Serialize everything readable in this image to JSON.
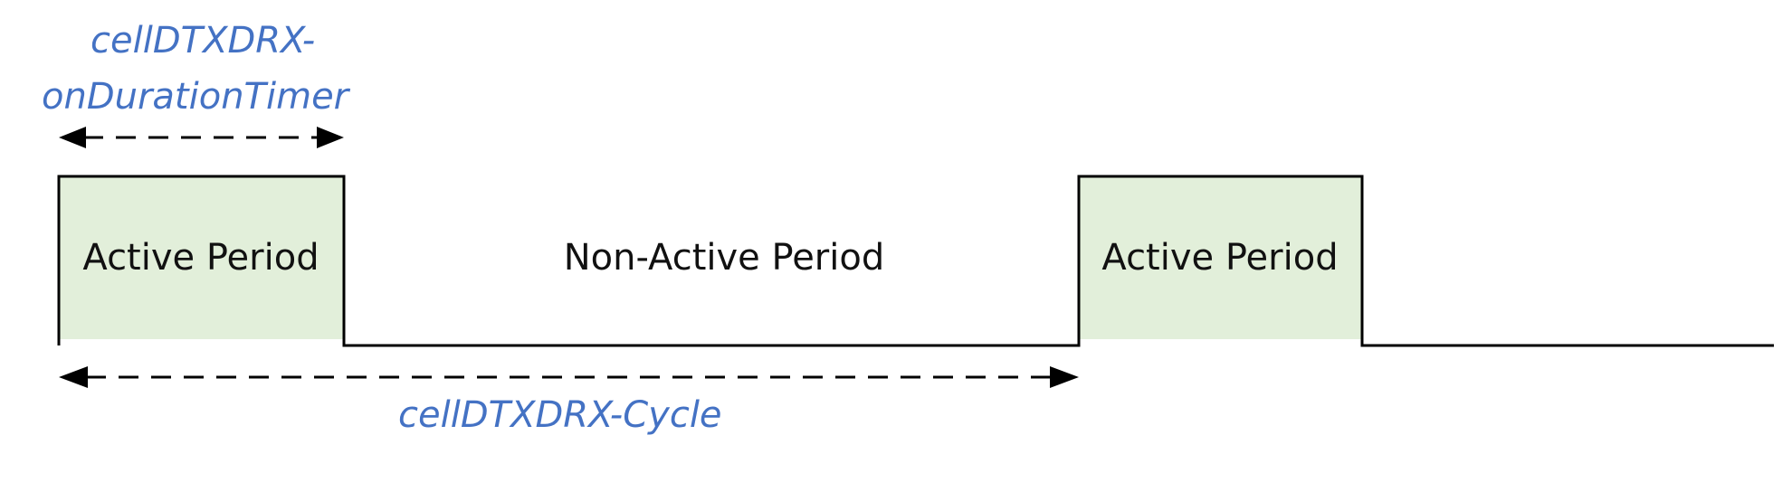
{
  "labels": {
    "on_duration_line1": "cellDTXDRX-",
    "on_duration_line2": "onDurationTimer",
    "cycle": "cellDTXDRX-Cycle",
    "active_period_1": "Active Period",
    "non_active_period": "Non-Active Period",
    "active_period_2": "Active Period"
  },
  "colors": {
    "label_blue": "#4472C4",
    "active_fill": "#E2EFDA",
    "line": "#000000"
  }
}
